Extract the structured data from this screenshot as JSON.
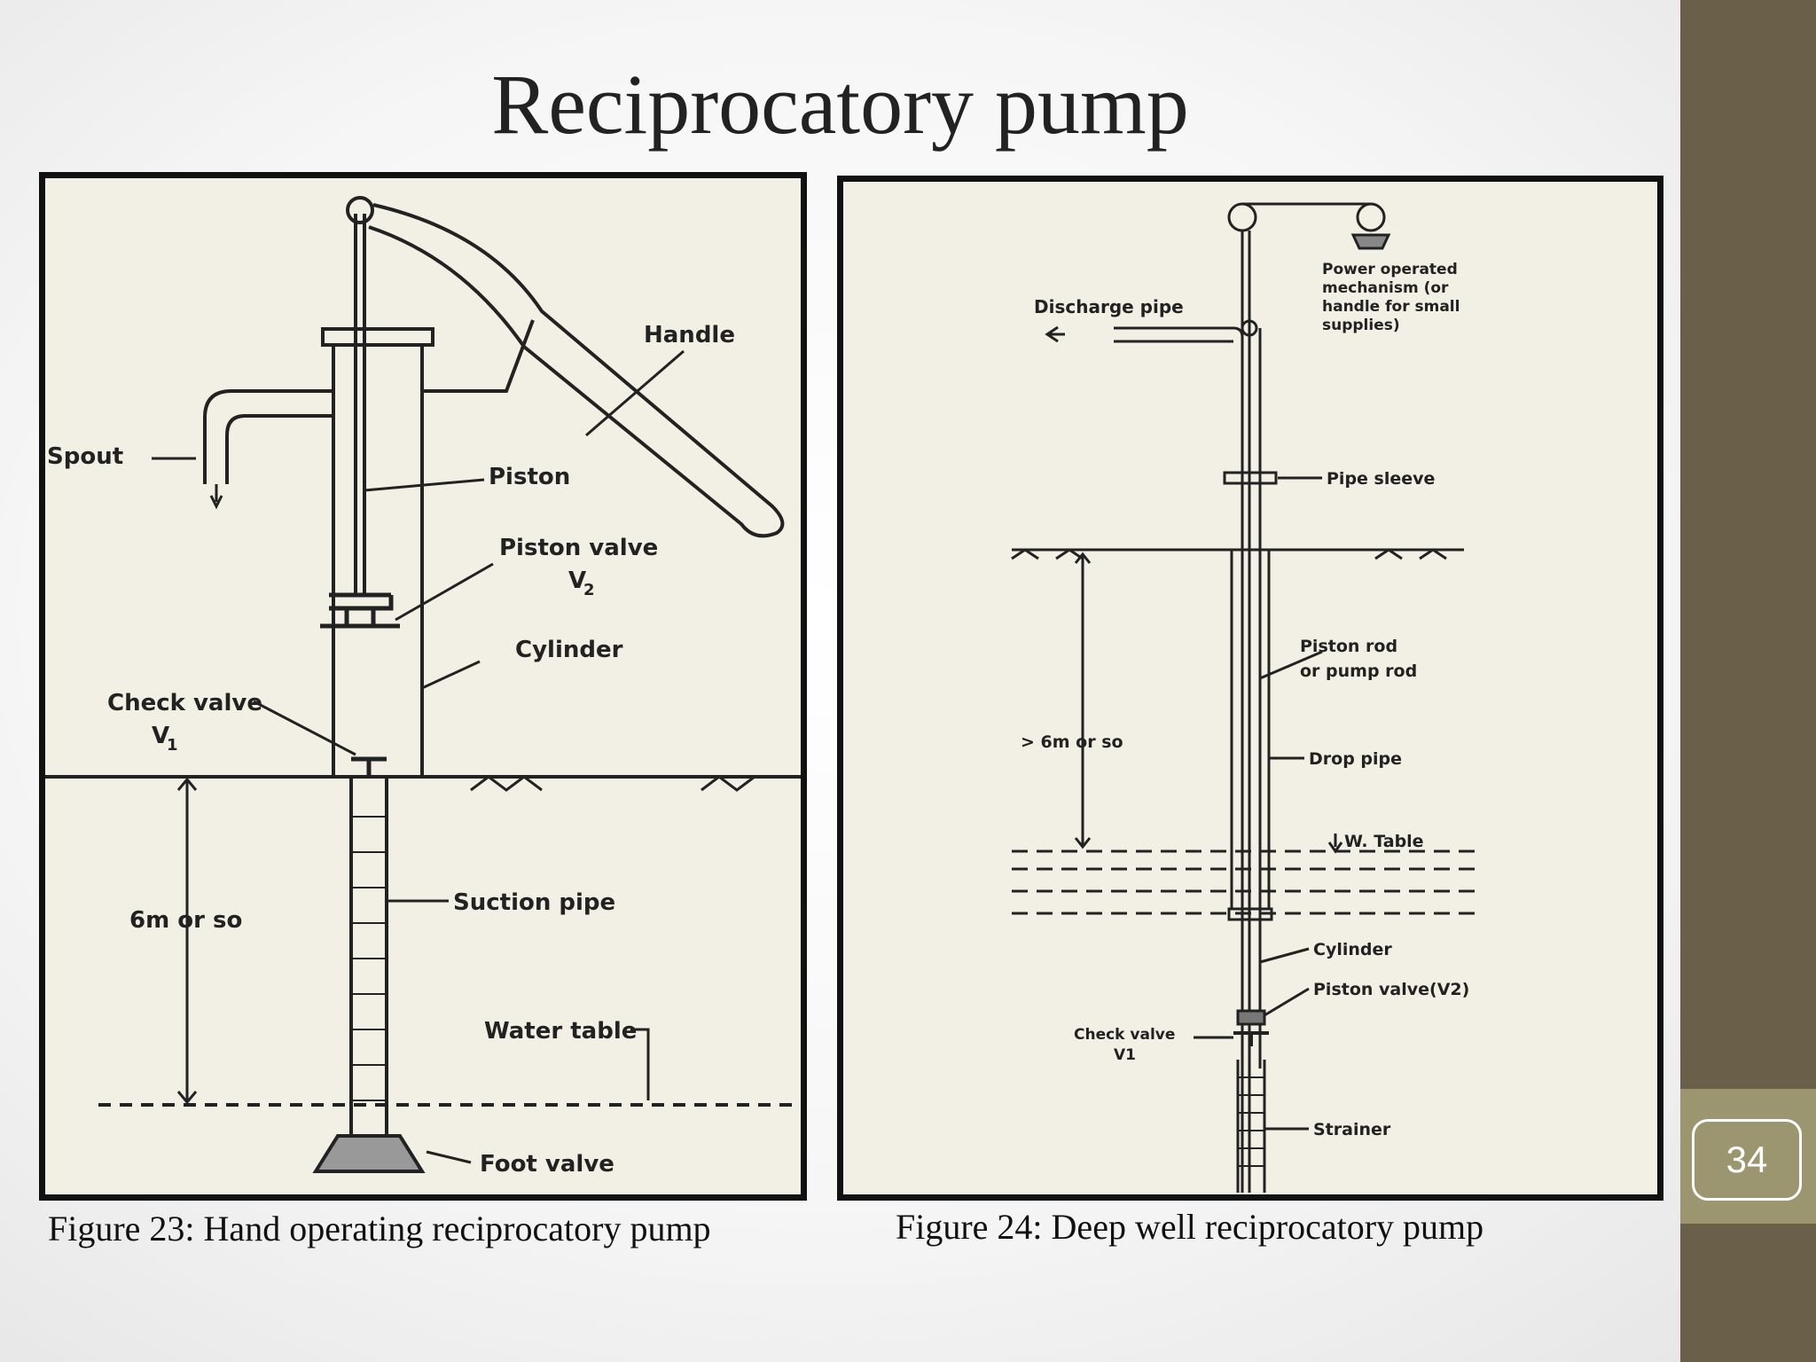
{
  "slide": {
    "title": "Reciprocatory pump",
    "page_number": "34"
  },
  "figure23": {
    "caption": "Figure 23: Hand operating reciprocatory pump",
    "labels": {
      "handle": "Handle",
      "spout": "Spout",
      "piston": "Piston",
      "piston_valve": "Piston valve",
      "piston_valve_sub": "V",
      "piston_valve_idx": "2",
      "cylinder": "Cylinder",
      "check_valve": "Check valve",
      "check_valve_sub": "V",
      "check_valve_idx": "1",
      "suction_pipe": "Suction pipe",
      "depth": "6m or so",
      "water_table": "Water table",
      "foot_valve": "Foot valve"
    }
  },
  "figure24": {
    "caption": "Figure 24: Deep well reciprocatory pump",
    "labels": {
      "discharge_pipe": "Discharge pipe",
      "power_mech_1": "Power operated",
      "power_mech_2": "mechanism (or",
      "power_mech_3": "handle for small",
      "power_mech_4": "supplies)",
      "pipe_sleeve": "Pipe sleeve",
      "piston_rod_1": "Piston rod",
      "piston_rod_2": "or pump rod",
      "depth": "> 6m or so",
      "drop_pipe": "Drop pipe",
      "w_table": "W. Table",
      "cylinder": "Cylinder",
      "piston_valve": "Piston valve(V2)",
      "check_valve": "Check valve",
      "check_valve_sub": "V1",
      "strainer": "Strainer"
    }
  }
}
